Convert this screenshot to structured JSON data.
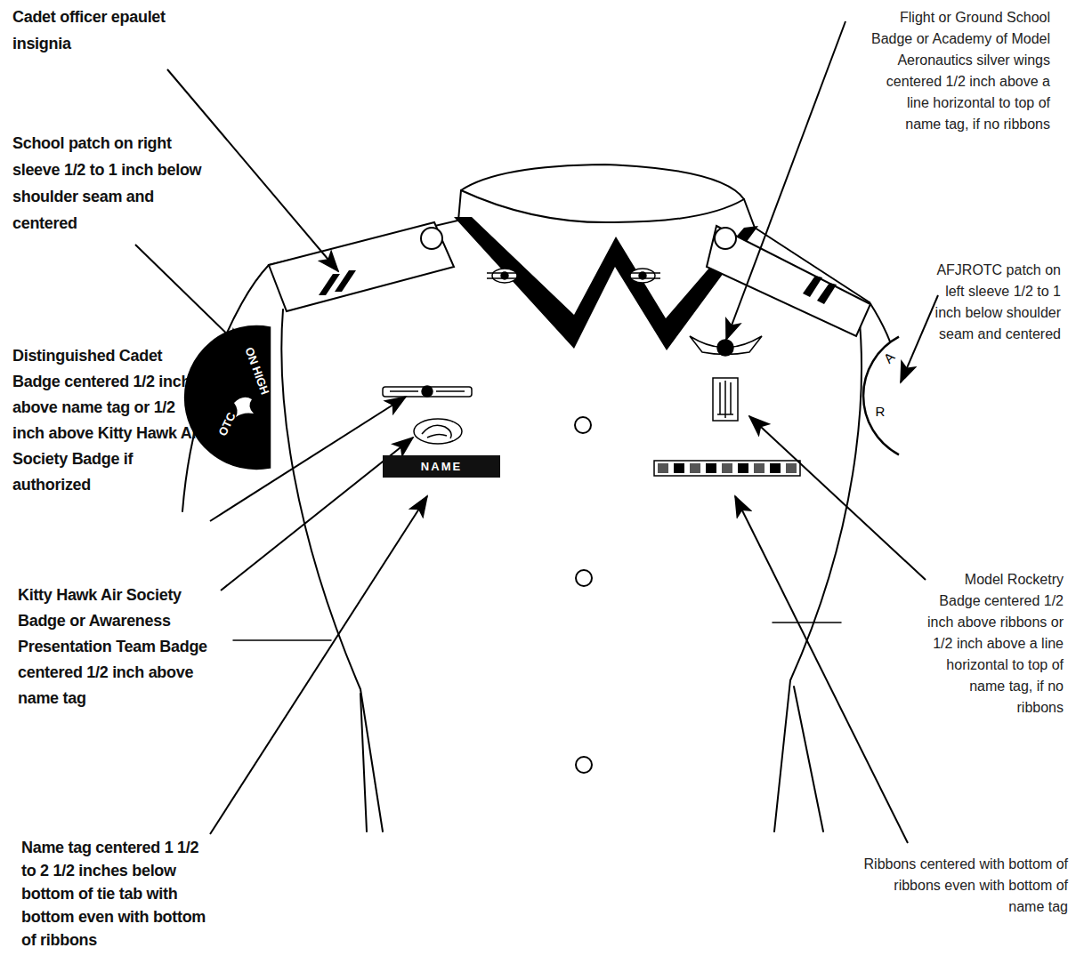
{
  "diagram": {
    "nodes": [
      {
        "text": [
          "ON HIGH",
          "OTC"
        ]
      },
      {
        "text": [
          "NAME"
        ]
      },
      {
        "text": [
          "A",
          "R"
        ]
      }
    ],
    "labels": [
      "Cadet officer epaulet insignia",
      "School patch on right sleeve 1/2 to 1 inch below shoulder seam and centered",
      "Distinguished Cadet Badge centered 1/2 inch above name tag or 1/2 inch above Kitty Hawk Air Society Badge if authorized",
      "Kitty Hawk Air Society Badge or Awareness Presentation Team Badge centered 1/2 inch above name tag",
      "Name tag centered 1 1/2 to 2 1/2 inches below bottom of tie tab with bottom even with bottom of ribbons",
      "Flight or Ground School Badge or Academy of Model Aeronautics silver wings centered 1/2 inch above a line horizontal to top of name tag, if no ribbons",
      "AFJROTC patch on left sleeve 1/2 to 1 inch below shoulder seam and centered",
      "Model Rocketry Badge centered 1/2 inch above ribbons or 1/2 inch above a line horizontal to top of name tag, if no ribbons",
      "Ribbons centered with bottom of ribbons even with bottom of name tag"
    ]
  }
}
